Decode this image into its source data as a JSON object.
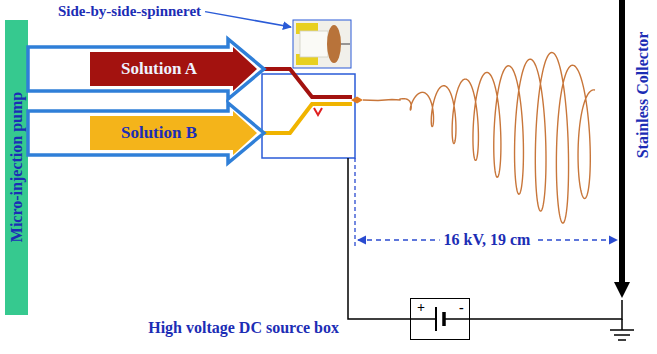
{
  "diagram": {
    "nodes": [
      {
        "text": [
          "Micro-injection pump"
        ]
      },
      {
        "text": [
          "Solution A"
        ]
      },
      {
        "text": [
          "Solution B"
        ]
      },
      {
        "text": [
          "+",
          "-",
          "High voltage DC source box"
        ]
      },
      {
        "text": [
          "Stainless Collector"
        ]
      }
    ],
    "edges": [
      {
        "from": 3,
        "to": 4,
        "arrow": "none"
      }
    ],
    "labels": [
      "Side-by-side-spinneret",
      "16 kV, 19 cm"
    ]
  }
}
